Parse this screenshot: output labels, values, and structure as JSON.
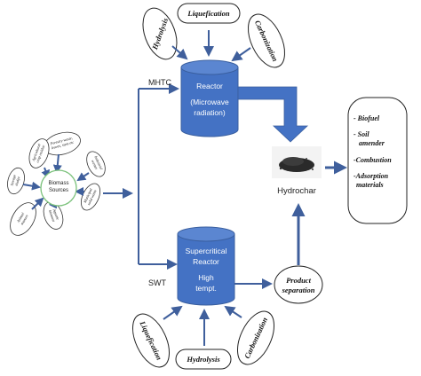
{
  "top": {
    "process_label": "MHTC",
    "reactor_lines": [
      "Reactor",
      "(Microwave",
      "radiation)"
    ],
    "ovals": [
      "Hydrolysis",
      "Liquefication",
      "Carbonization"
    ]
  },
  "bottom": {
    "process_label": "SWT",
    "reactor_lines": [
      "Supercritical",
      "Reactor",
      "High",
      "tempt."
    ],
    "ovals": [
      "Liquefication",
      "Hydrolysis",
      "Carbonization"
    ]
  },
  "biomass": {
    "center_lines": [
      "Biomass",
      "Sources"
    ],
    "sources": [
      [
        "Forestry waste,",
        "leaves, stem etc"
      ],
      [
        "Agricultural",
        "crop residue"
      ],
      [
        "Sewage",
        "sludge"
      ],
      [
        "Industrial",
        "wastes"
      ],
      [
        "Municipal",
        "solid waste"
      ],
      [
        "Animal",
        "manure"
      ],
      [
        "Aquatic",
        "biomass"
      ]
    ]
  },
  "product_separation_lines": [
    "Product",
    "separation"
  ],
  "hydrochar_label": "Hydrochar",
  "applications": [
    "- Biofuel",
    "- Soil",
    "amender",
    "-Combustion",
    "-Adsorption",
    "materials"
  ],
  "colors": {
    "cylinder": "#4472c4",
    "cylinder_top": "#5b86d1",
    "arrow": "#3f5f9c",
    "stroke": "#333333"
  }
}
